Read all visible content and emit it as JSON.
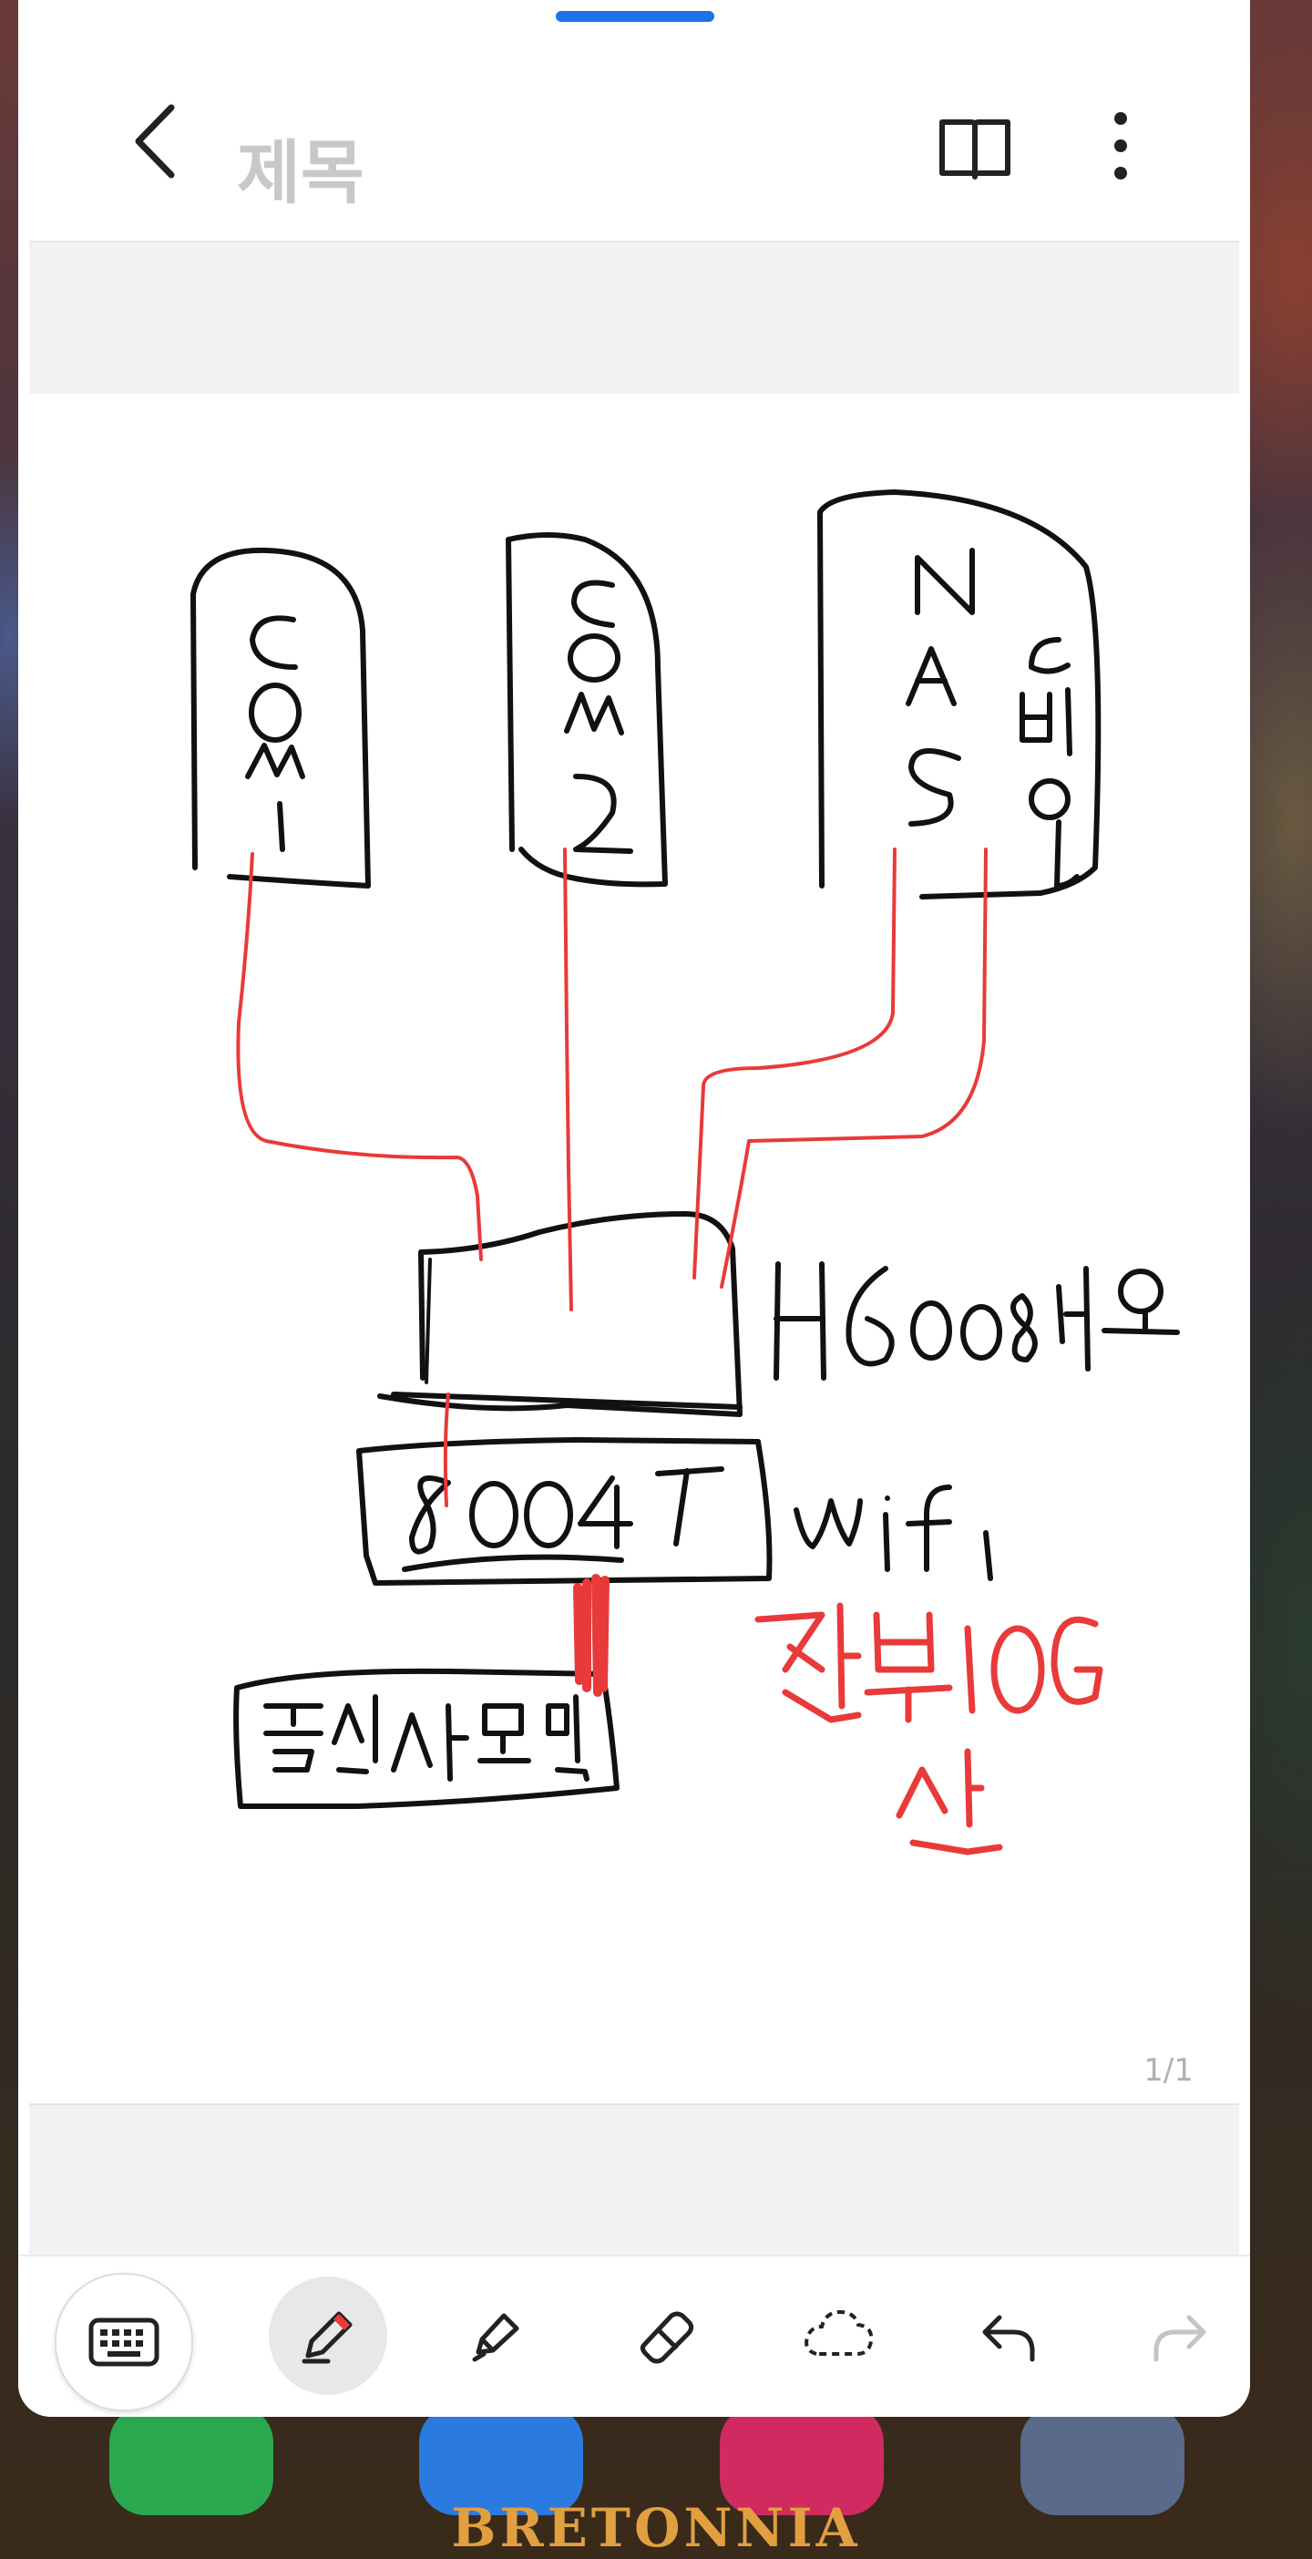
{
  "header": {
    "title": "제목"
  },
  "icons": {
    "back": "chevron-left-icon",
    "read_mode": "book-open-icon",
    "more": "more-vertical-icon",
    "keyboard": "keyboard-icon",
    "pen": "pen-icon",
    "highlighter": "highlighter-icon",
    "eraser": "eraser-icon",
    "lasso": "lasso-select-icon",
    "undo": "undo-icon",
    "redo": "redo-icon"
  },
  "colors": {
    "accent": "#1a73e8",
    "ink_black": "#111111",
    "ink_red": "#e83a3a",
    "title_placeholder": "#c8c8c8"
  },
  "drawing": {
    "devices": [
      {
        "label": "COM 1"
      },
      {
        "label": "COM 2"
      },
      {
        "label": "NAS 5베이"
      },
      {
        "label": "H6008 허브"
      },
      {
        "label": "8004T wifi"
      },
      {
        "label": "통신사 모뎀"
      }
    ],
    "note": "전부 10G 선"
  },
  "page": {
    "indicator": "1/1"
  },
  "wallpaper": {
    "brand": "BRETONNIA"
  }
}
